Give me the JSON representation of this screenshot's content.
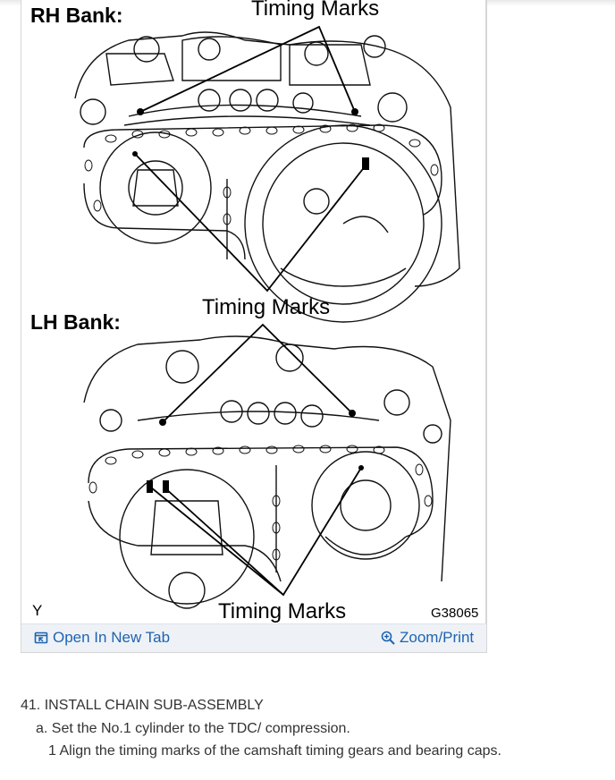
{
  "figure": {
    "rh_bank_label": "RH Bank:",
    "lh_bank_label": "LH Bank:",
    "timing_marks_top": "Timing Marks",
    "timing_marks_middle": "Timing Marks",
    "timing_marks_bottom": "Timing Marks",
    "corner_code": "Y",
    "figure_code": "G38065"
  },
  "links": {
    "open_new_tab": "Open In New Tab",
    "zoom_print": "Zoom/Print",
    "open_icon": "open-in-new-tab-icon",
    "zoom_icon": "zoom-in-icon",
    "color": "#1f63b0"
  },
  "instructions": {
    "step": "41. INSTALL CHAIN SUB-ASSEMBLY",
    "substep_a": "a. Set the No.1 cylinder to the TDC/ compression.",
    "substep_1": "1  Align the timing marks of the camshaft timing gears and bearing caps."
  }
}
